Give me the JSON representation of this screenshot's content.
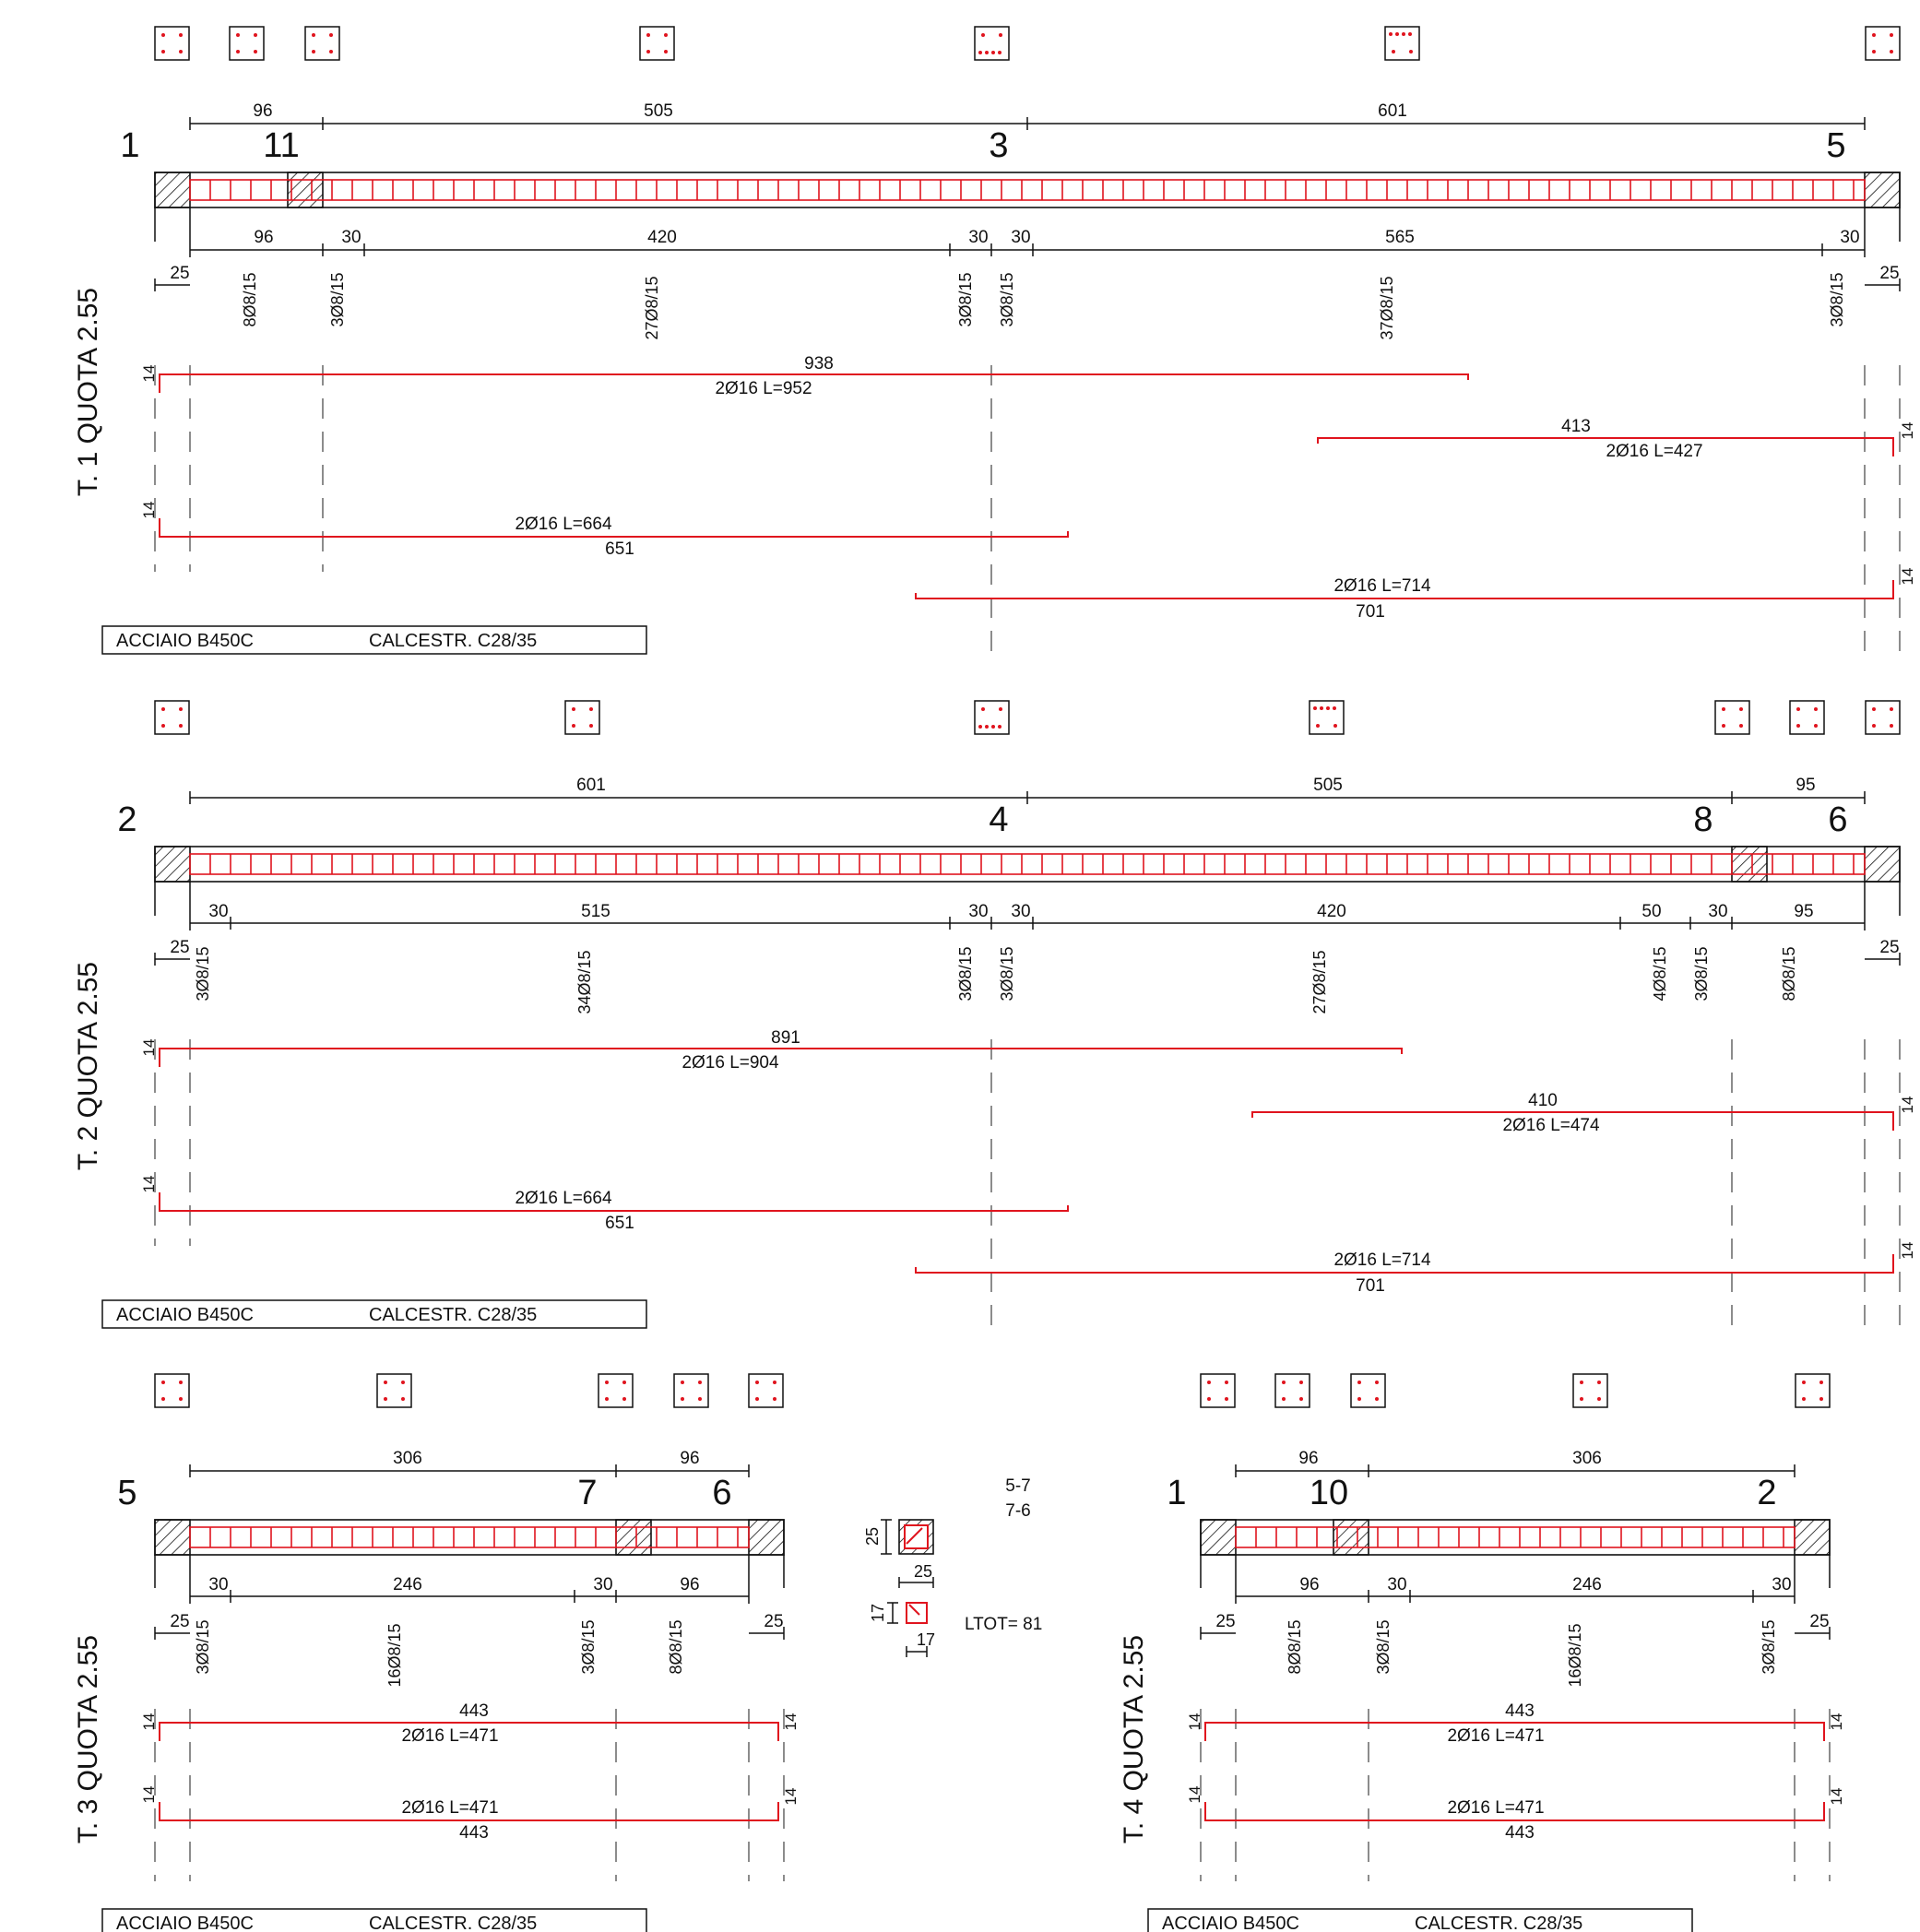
{
  "colors": {
    "rebar": "#e0141e",
    "line": "#111111",
    "background": "#ffffff"
  },
  "beams": [
    {
      "title": "T. 1 QUOTA  2.55",
      "legend": {
        "steel": "ACCIAIO  B450C",
        "concrete": "CALCESTR. C28/35"
      },
      "node_labels": [
        "1",
        "11",
        "3",
        "5"
      ],
      "span_dims_top": [
        "96",
        "505",
        "601"
      ],
      "dims_bottom": [
        "96",
        "30",
        "420",
        "30",
        "30",
        "565",
        "30"
      ],
      "end_dims": [
        "25",
        "25"
      ],
      "stirrups": [
        "8Ø8/15",
        "3Ø8/15",
        "27Ø8/15",
        "3Ø8/15",
        "3Ø8/15",
        "37Ø8/15",
        "3Ø8/15"
      ],
      "bars": [
        {
          "len": "938",
          "label": "2Ø16 L=952",
          "hook": "14"
        },
        {
          "len": "413",
          "label": "2Ø16 L=427",
          "hook": "14"
        },
        {
          "label": "2Ø16 L=664",
          "len": "651",
          "hook": "14"
        },
        {
          "label": "2Ø16 L=714",
          "len": "701",
          "hook": "14"
        }
      ]
    },
    {
      "title": "T. 2 QUOTA  2.55",
      "legend": {
        "steel": "ACCIAIO  B450C",
        "concrete": "CALCESTR. C28/35"
      },
      "node_labels": [
        "2",
        "4",
        "8",
        "6"
      ],
      "span_dims_top": [
        "601",
        "505",
        "95"
      ],
      "dims_bottom": [
        "30",
        "515",
        "30",
        "30",
        "420",
        "50",
        "30",
        "95"
      ],
      "end_dims": [
        "25",
        "25"
      ],
      "stirrups": [
        "3Ø8/15",
        "34Ø8/15",
        "3Ø8/15",
        "3Ø8/15",
        "27Ø8/15",
        "4Ø8/15",
        "3Ø8/15",
        "8Ø8/15"
      ],
      "bars": [
        {
          "len": "891",
          "label": "2Ø16 L=904",
          "hook": "14"
        },
        {
          "len": "410",
          "label": "2Ø16 L=474",
          "hook": "14"
        },
        {
          "label": "2Ø16 L=664",
          "len": "651",
          "hook": "14"
        },
        {
          "label": "2Ø16 L=714",
          "len": "701",
          "hook": "14"
        }
      ]
    },
    {
      "title": "T. 3 QUOTA  2.55",
      "legend": {
        "steel": "ACCIAIO  B450C",
        "concrete": "CALCESTR. C28/35"
      },
      "node_labels": [
        "5",
        "7",
        "6"
      ],
      "span_dims_top": [
        "306",
        "96"
      ],
      "dims_bottom": [
        "30",
        "246",
        "30",
        "96"
      ],
      "end_dims": [
        "25",
        "25"
      ],
      "stirrups": [
        "3Ø8/15",
        "16Ø8/15",
        "3Ø8/15",
        "8Ø8/15"
      ],
      "bars": [
        {
          "len": "443",
          "label": "2Ø16 L=471",
          "hook": "14"
        },
        {
          "label": "2Ø16 L=471",
          "len": "443",
          "hook": "14"
        }
      ]
    },
    {
      "title": "T. 4 QUOTA  2.55",
      "legend": {
        "steel": "ACCIAIO  B450C",
        "concrete": "CALCESTR. C28/35"
      },
      "node_labels": [
        "1",
        "10",
        "2"
      ],
      "span_dims_top": [
        "96",
        "306"
      ],
      "dims_bottom": [
        "96",
        "30",
        "246",
        "30"
      ],
      "end_dims": [
        "25",
        "25"
      ],
      "stirrups": [
        "8Ø8/15",
        "3Ø8/15",
        "16Ø8/15",
        "3Ø8/15"
      ],
      "bars": [
        {
          "len": "443",
          "label": "2Ø16 L=471",
          "hook": "14"
        },
        {
          "label": "2Ø16 L=471",
          "len": "443",
          "hook": "14"
        }
      ]
    }
  ],
  "stirrup_detail": {
    "dims": [
      "25",
      "25",
      "17",
      "17"
    ],
    "ltot": "LTOT= 81",
    "beam_refs": [
      "5-7",
      "7-6"
    ]
  }
}
